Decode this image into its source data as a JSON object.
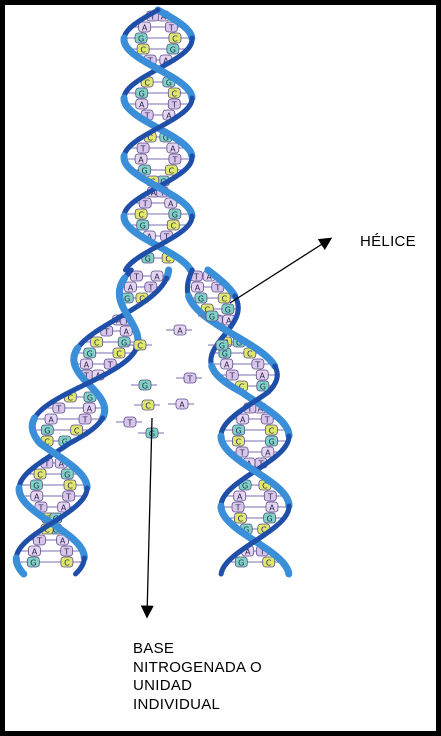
{
  "labels": {
    "helix": "HÉLICE",
    "base": [
      "BASE",
      "NITROGENADA O",
      "UNIDAD",
      "INDIVIDUAL"
    ]
  },
  "base_letters": [
    "A",
    "T",
    "C",
    "G"
  ],
  "colors": {
    "strand": "#3a8fd8",
    "strand_dark": "#1f4fa8",
    "base_A": "#e6d3ef",
    "base_T": "#d9c4ea",
    "base_C": "#dfe86a",
    "base_G": "#7fd3c4",
    "base_outline": "#5a4d8a",
    "arrow": "#000000"
  }
}
